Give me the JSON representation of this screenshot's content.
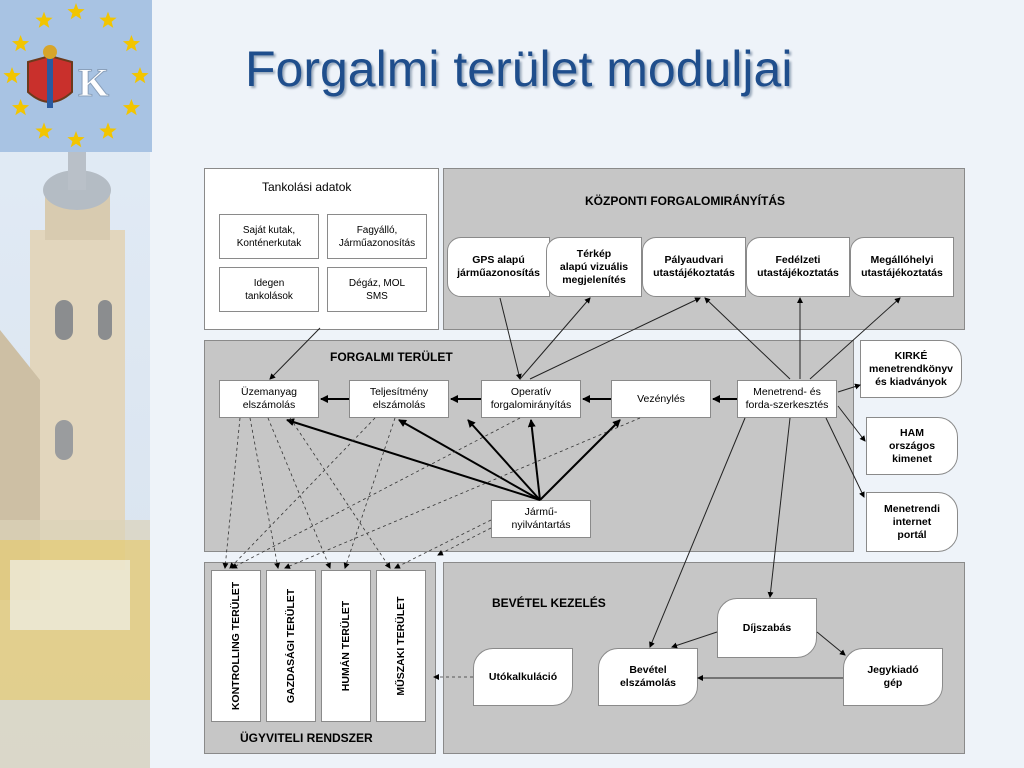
{
  "title": "Forgalmi terület moduljai",
  "logo_text": "K",
  "tankolas": {
    "heading": "Tankolási adatok",
    "items": [
      "Saját kutak,\nKonténerkutak",
      "Fagyálló,\nJárműazonosítás",
      "Idegen\ntankolások",
      "Dégáz, MOL\nSMS"
    ]
  },
  "kozponti": {
    "heading": "KÖZPONTI  FORGALOMIRÁNYÍTÁS",
    "items": [
      "GPS alapú\njárműazonosítás",
      "Térkép\nalapú vizuális\nmegjelenítés",
      "Pályaudvari\nutastájékoztatás",
      "Fedélzeti\nutastájékoztatás",
      "Megállóhelyi\nutastájékoztatás"
    ]
  },
  "forgalmi": {
    "heading": "FORGALMI TERÜLET",
    "uzemanyag": "Üzemanyag\nelszámolás",
    "teljesitmeny": "Teljesítmény\nelszámolás",
    "operativ": "Operatív\nforgalomirányítás",
    "vezenyles": "Vezénylés",
    "menetrend": "Menetrend- és\nforda-szerkesztés",
    "jarmu": "Jármű-\nnyilvántartás"
  },
  "outputs": [
    "KIRKÉ\nmenetrendkönyv\nés kiadványok",
    "HAM\nországos\nkimenet",
    "Menetrendi\ninternet\nportál"
  ],
  "ugyviteli": {
    "heading": "ÜGYVITELI RENDSZER",
    "items": [
      "KONTROLLING TERÜLET",
      "GAZDASÁGI TERÜLET",
      "HUMÁN TERÜLET",
      "MŰSZAKI TERÜLET"
    ]
  },
  "bevetel": {
    "heading": "BEVÉTEL KEZELÉS",
    "dijszabas": "Díjszabás",
    "utokalkulacio": "Utókalkuláció",
    "bevetel_elszamolas": "Bevétel\nelszámolás",
    "jegykiado": "Jegykiadó\ngép"
  },
  "colors": {
    "title": "#1f4e8c",
    "panel": "#c6c6c6",
    "logo_bg": "#a8c3e3",
    "star": "#f2c500"
  }
}
